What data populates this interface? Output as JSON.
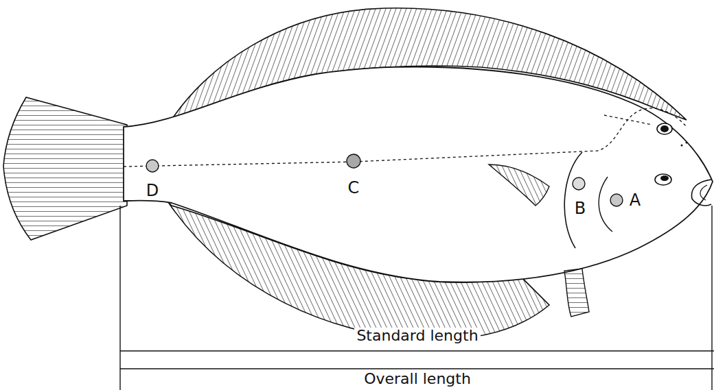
{
  "diagram": {
    "labels": [
      "A",
      "B",
      "C",
      "D",
      "Standard length",
      "Overall length"
    ]
  }
}
